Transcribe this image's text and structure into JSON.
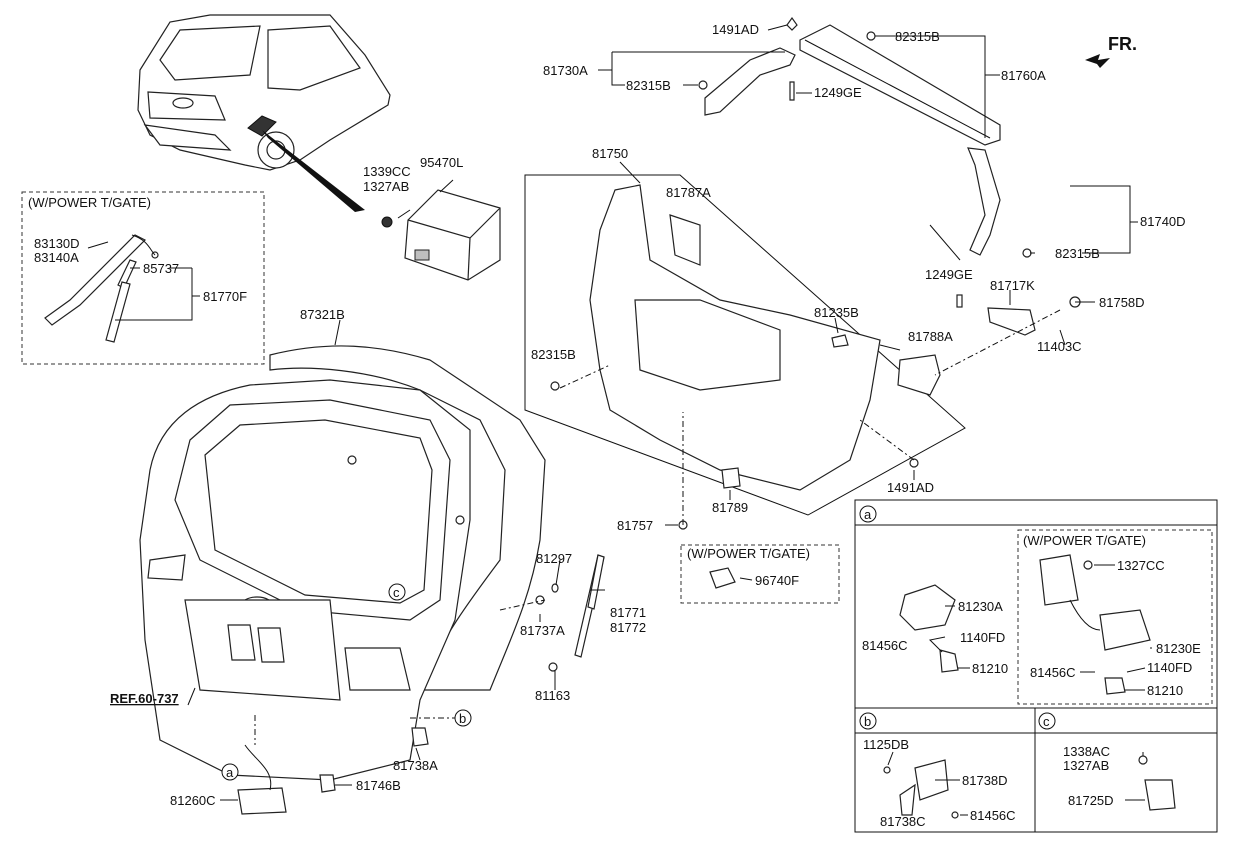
{
  "labels": {
    "l1491AD_top": "1491AD",
    "l82315B_a": "82315B",
    "l81730A": "81730A",
    "l82315B_b": "82315B",
    "l1249GE_a": "1249GE",
    "l81760A": "81760A",
    "l81750": "81750",
    "l1339CC": "1339CC",
    "l1327AB_a": "1327AB",
    "l95470L": "95470L",
    "l81787A": "81787A",
    "l81740D": "81740D",
    "l82315B_c": "82315B",
    "l1249GE_b": "1249GE",
    "l81717K": "81717K",
    "l81758D": "81758D",
    "l81235B": "81235B",
    "l81788A": "81788A",
    "l11403C": "11403C",
    "l82315B_d": "82315B",
    "l1491AD_b": "1491AD",
    "l81789": "81789",
    "l81757": "81757",
    "l83130D": "83130D",
    "l83140A": "83140A",
    "l85737": "85737",
    "l81770F": "81770F",
    "l87321B": "87321B",
    "l81297": "81297",
    "l81737A": "81737A",
    "l81771": "81771",
    "l81772": "81772",
    "l81163": "81163",
    "l96740F": "96740F",
    "lREF": "REF.60-737",
    "l81738A": "81738A",
    "l81746B": "81746B",
    "l81260C": "81260C",
    "l81230A": "81230A",
    "l1140FD_a": "1140FD",
    "l81456C_a": "81456C",
    "l81210_a": "81210",
    "l1327CC": "1327CC",
    "l81230E": "81230E",
    "l1140FD_b": "1140FD",
    "l81456C_b": "81456C",
    "l81210_b": "81210",
    "l1125DB": "1125DB",
    "l81738D": "81738D",
    "l81738C": "81738C",
    "l81456C_c": "81456C",
    "l1338AC": "1338AC",
    "l1327AB_b": "1327AB",
    "l81725D": "81725D",
    "fr": "FR."
  },
  "boxes": {
    "power_tgate_left": "(W/POWER T/GATE)",
    "power_tgate_mid": "(W/POWER T/GATE)",
    "power_tgate_right": "(W/POWER T/GATE)"
  },
  "callouts": {
    "a": "a",
    "b": "b",
    "c": "c"
  }
}
